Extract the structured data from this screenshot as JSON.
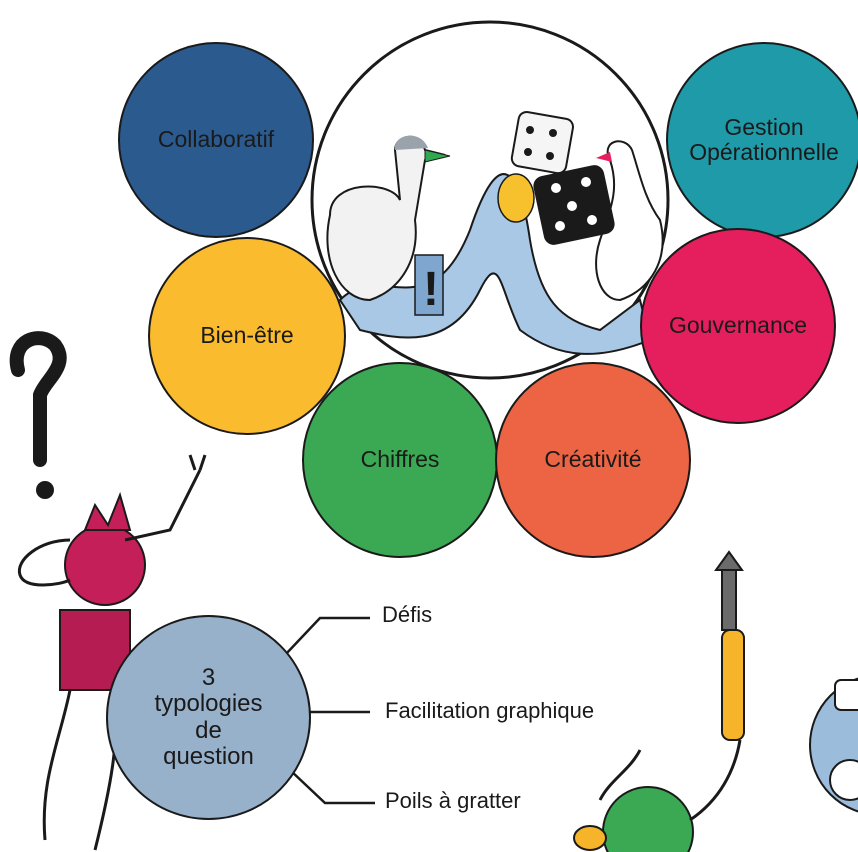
{
  "categories": [
    {
      "label": "Collaboratif",
      "color": "#2b5a8e"
    },
    {
      "label": "Gestion\nOpérationnelle",
      "color": "#1f9aa8"
    },
    {
      "label": "Bien-être",
      "color": "#fbbb2e"
    },
    {
      "label": "Gouvernance",
      "color": "#e51f5d"
    },
    {
      "label": "Chiffres",
      "color": "#3ba853"
    },
    {
      "label": "Créativité",
      "color": "#ec6443"
    }
  ],
  "typologies": {
    "center_label": "3\ntypologies\nde\nquestion",
    "center_color": "#98b1cb",
    "branches": [
      "Défis",
      "Facilitation graphique",
      "Poils à gratter"
    ]
  }
}
